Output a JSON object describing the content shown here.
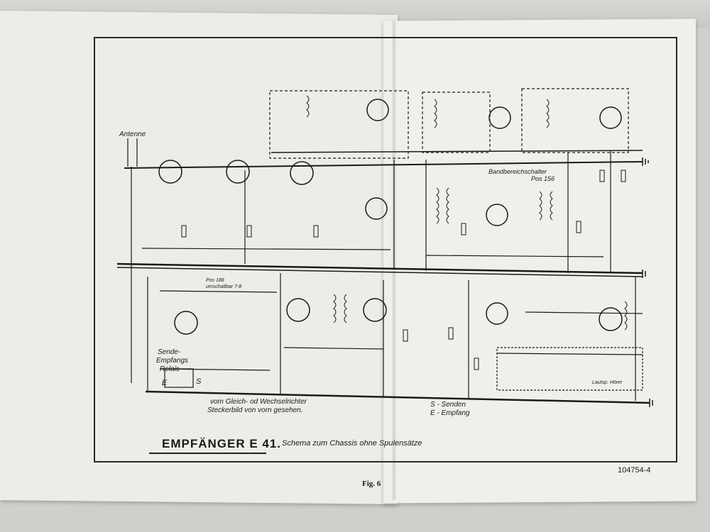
{
  "document": {
    "title": "EMPFÄNGER E 41.",
    "subtitle": "Schema zum Chassis ohne Spulensätze",
    "figure_label": "Fig. 6",
    "document_number": "104754-4"
  },
  "diagram_labels": {
    "antenna": "Antenne",
    "band_switch": "Bandbereichschalter",
    "band_switch_pos": "Pos 156",
    "relay_line1": "Sende-",
    "relay_line2": "Empfangs",
    "relay_line3": "Relais",
    "relay_e": "E",
    "relay_s": "S",
    "rectifier_note": "vom Gleich- od Wechselrichter",
    "plug_note": "Steckerbild von vorn gesehen.",
    "send_mode": "S - Senden",
    "receive_mode": "E - Empfang",
    "pos_note": "Pos 188",
    "pos_note2": "umschaltbar 7-8",
    "speaker_label": "Lautsp. Hörer"
  },
  "colors": {
    "ink": "#1a1a1a",
    "paper": "#efefeb"
  }
}
